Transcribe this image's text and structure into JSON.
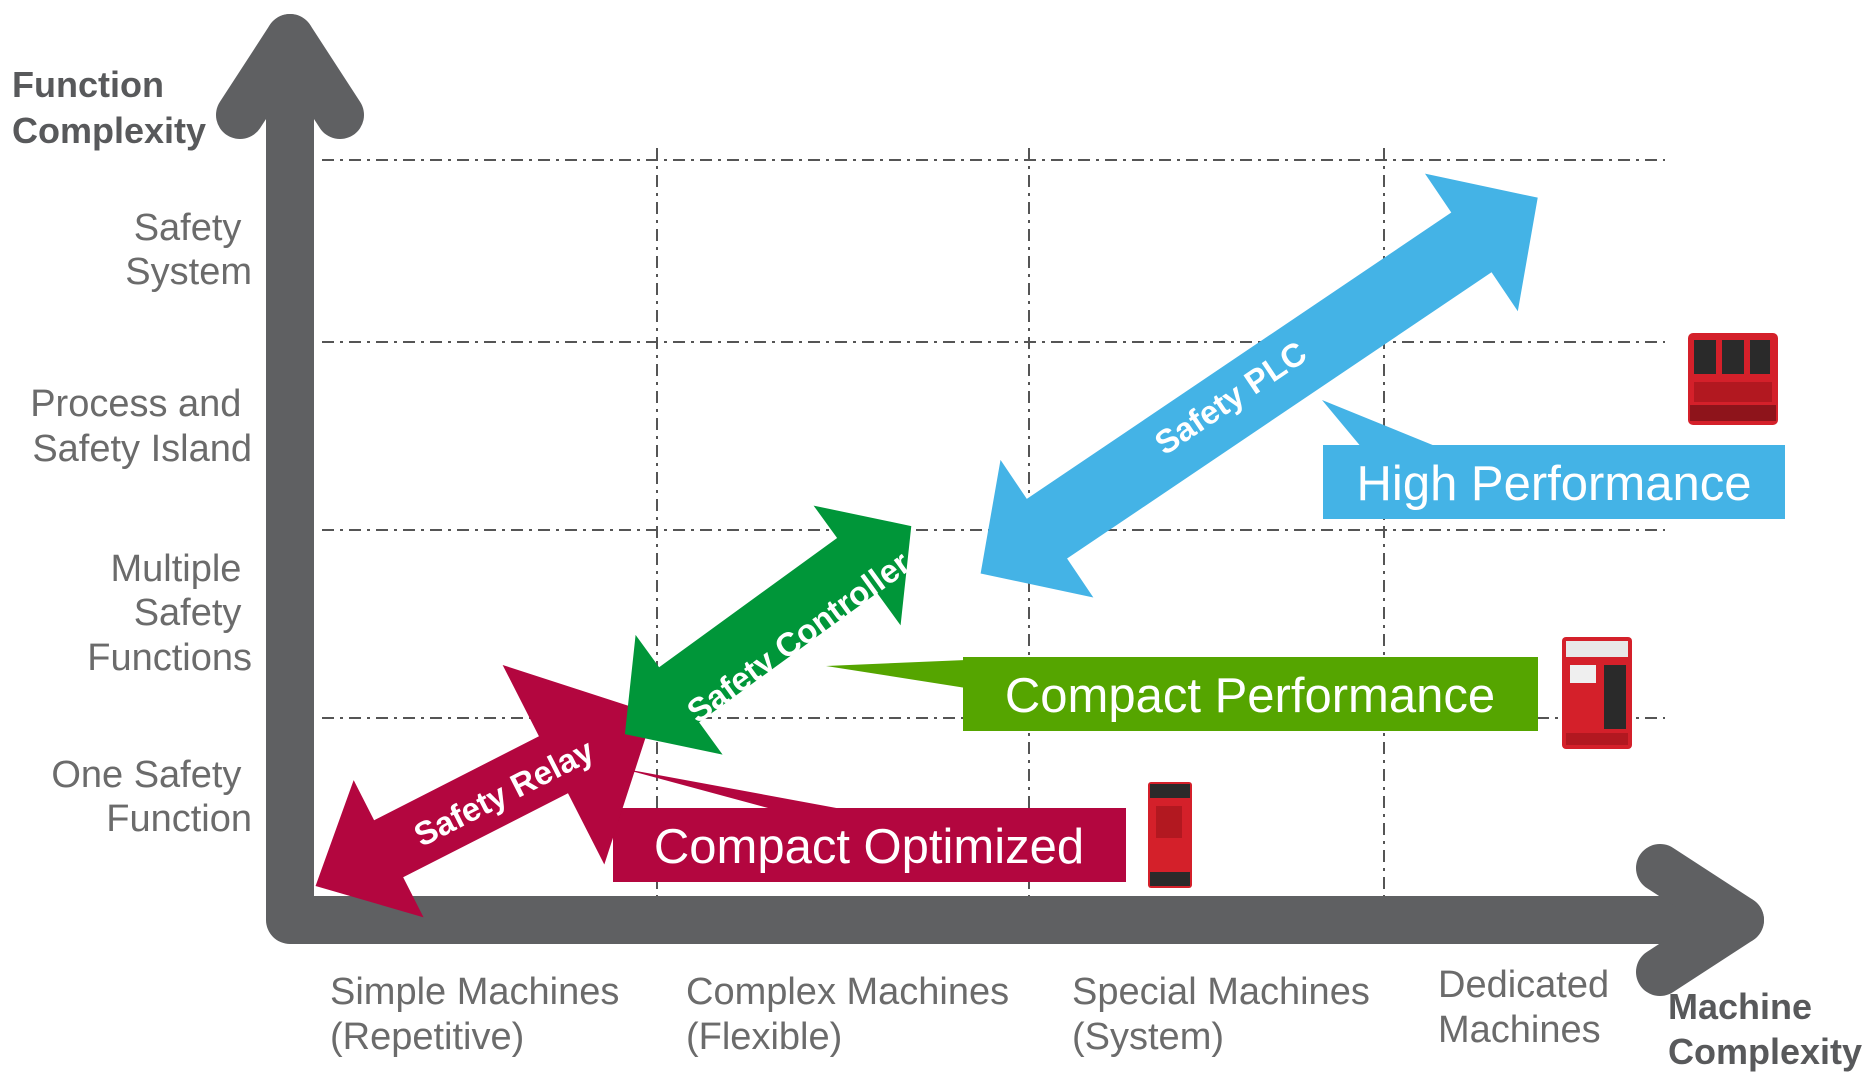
{
  "axes": {
    "y_title_line1": "Function",
    "y_title_line2": "Complexity",
    "x_title_line1": "Machine",
    "x_title_line2": "Complexity"
  },
  "y_levels": [
    {
      "line1": "Safety",
      "line2": "System"
    },
    {
      "line1": "Process and",
      "line2": "Safety Island"
    },
    {
      "line1": "Multiple",
      "line2": "Safety",
      "line3": "Functions"
    },
    {
      "line1": "One Safety",
      "line2": "Function"
    }
  ],
  "x_levels": [
    {
      "line1": "Simple Machines",
      "line2": "(Repetitive)"
    },
    {
      "line1": "Complex Machines",
      "line2": "(Flexible)"
    },
    {
      "line1": "Special Machines",
      "line2": "(System)"
    },
    {
      "line1": "Dedicated",
      "line2": "Machines"
    }
  ],
  "products": {
    "relay": {
      "arrow_label": "Safety Relay",
      "callout": "Compact Optimized",
      "color": "#b3063f"
    },
    "controller": {
      "arrow_label": "Safety Controller",
      "callout": "Compact Performance",
      "color": "#009639",
      "callout_color": "#55a500"
    },
    "plc": {
      "arrow_label": "Safety PLC",
      "callout": "High Performance",
      "color": "#44b3e6"
    }
  },
  "colors": {
    "axis": "#5f6062",
    "device_red": "#d4202a"
  }
}
